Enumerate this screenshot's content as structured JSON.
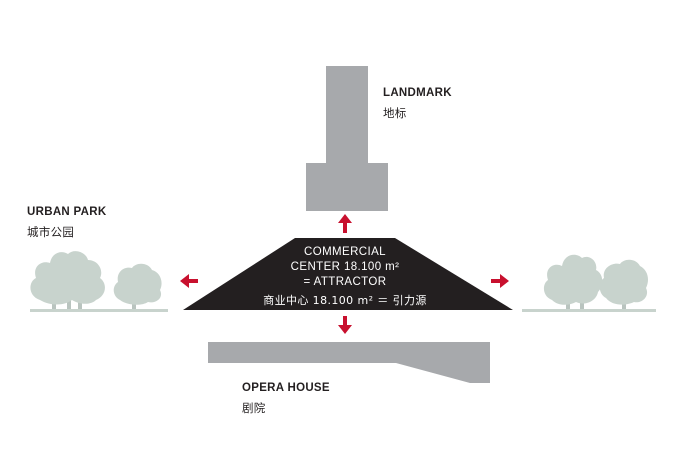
{
  "labels": {
    "landmark_en": "LANDMARK",
    "landmark_zh": "地标",
    "urban_park_en": "URBAN PARK",
    "urban_park_zh": "城市公园",
    "opera_en": "OPERA HOUSE",
    "opera_zh": "剧院"
  },
  "center": {
    "line1": "COMMERCIAL",
    "line2": "CENTER 18.100 m²",
    "line3": "= ATTRACTOR",
    "line4": "商业中心  18.100 m² ＝  引力源"
  },
  "colors": {
    "building_gray": "#a7a9ac",
    "tree_gray": "#c8d3cd",
    "trunk_gray": "#b9c4bf",
    "center_black": "#231f20",
    "arrow_red": "#c8102e",
    "text_dark": "#231f20"
  }
}
